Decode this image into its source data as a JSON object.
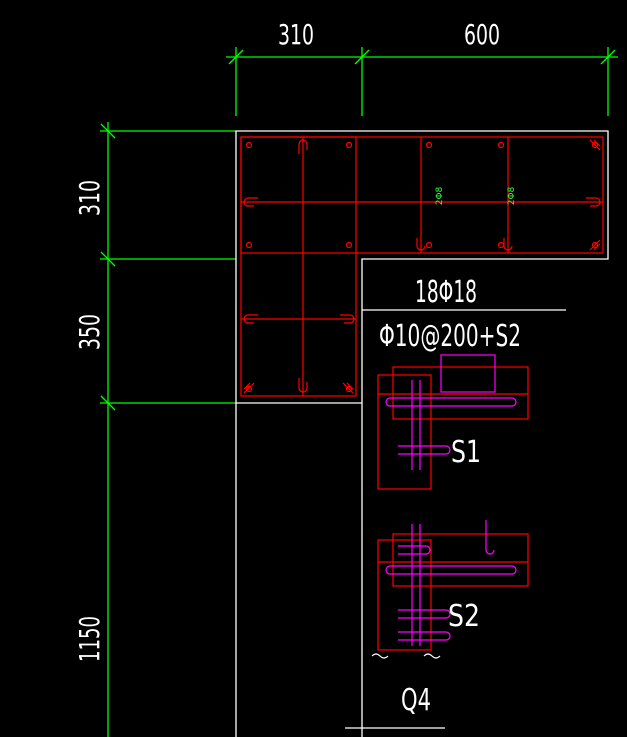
{
  "colors": {
    "background": "#000000",
    "dimension": "#00ff00",
    "outline": "#ffffff",
    "rebar": "#ff0000",
    "tie": "#ff00ff",
    "small_text": "#33ff33"
  },
  "dimensions": {
    "top": [
      "310",
      "600"
    ],
    "left": [
      "310",
      "350",
      "1150"
    ]
  },
  "annotations": {
    "reinforcement_main": "18Φ18",
    "reinforcement_tie": "Φ10@200+S2",
    "tie_label_1": "S1",
    "tie_label_2": "S2",
    "section_label": "Q4",
    "mini_label_1": "2Φ8",
    "mini_label_2": "2Φ8"
  }
}
